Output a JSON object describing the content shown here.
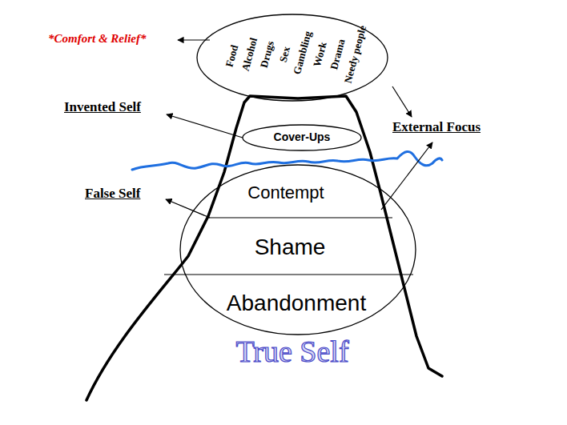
{
  "diagram": {
    "nodes": [
      {
        "text": [
          "Food",
          "Alcohol",
          "Drugs",
          "Sex",
          "Gambling",
          "Work",
          "Drama",
          "Needy people"
        ]
      },
      {
        "text": [
          "Cover-Ups"
        ]
      },
      {
        "text": [
          "Contempt",
          "Shame",
          "Abandonment"
        ]
      }
    ],
    "labels": [
      "*Comfort & Relief*",
      "Invented Self",
      "False Self",
      "External Focus",
      "True Self"
    ]
  }
}
